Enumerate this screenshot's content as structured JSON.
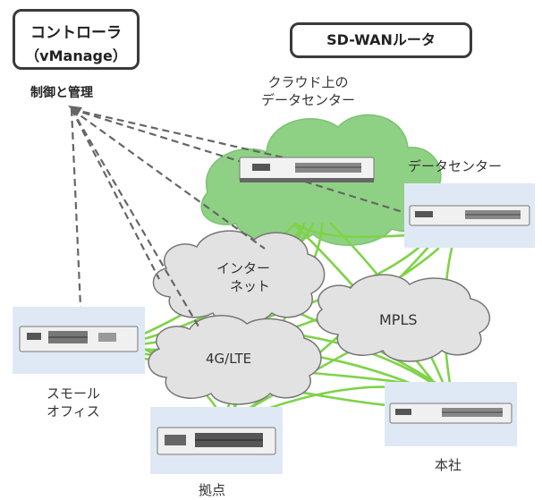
{
  "controller_box": {
    "line1": "コントローラ",
    "line2": "（vManage）"
  },
  "router_box": {
    "label": "SD-WANルータ"
  },
  "control_label": "制御と管理",
  "cloud_dc_label": "クラウド上の\nデータセンター",
  "dc_label": "データセンター",
  "internet_label": "インター\n　ネット",
  "mpls_label": "MPLS",
  "lte_label": "4G/LTE",
  "small_office_label": "スモール\nオフィス",
  "branch_label": "拠点",
  "hq_label": "本社",
  "colors": {
    "link_green": "#7ed348",
    "cloud_green": "#8fd184",
    "cloud_gray": "#e2e2e2",
    "device_bg": "#dfe9f5"
  }
}
